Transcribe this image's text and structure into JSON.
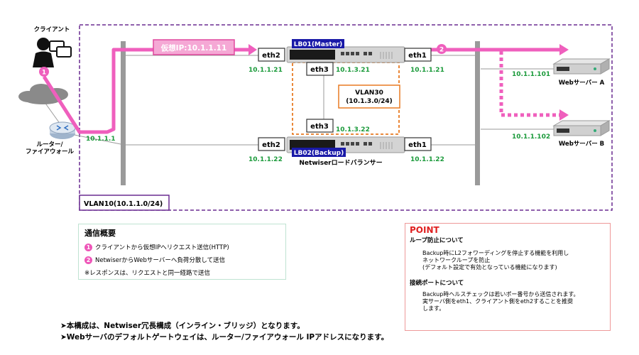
{
  "client": {
    "label": "クライアント"
  },
  "router": {
    "label_line1": "ルーター/",
    "label_line2": "ファイアウォール",
    "ip": "10.1.1.1"
  },
  "vip": {
    "label": "仮想IP:10.1.1.11"
  },
  "lb01": {
    "label": "LB01(Master)",
    "eth2": "eth2",
    "eth3": "eth3",
    "eth1": "eth1",
    "eth2_ip": "10.1.1.21",
    "eth3_ip": "10.1.3.21",
    "eth1_ip": "10.1.1.21"
  },
  "lb02": {
    "label": "LB02(Backup)",
    "eth2": "eth2",
    "eth3": "eth3",
    "eth1": "eth1",
    "eth2_ip": "10.1.1.22",
    "eth3_ip": "10.1.3.22",
    "eth1_ip": "10.1.1.22"
  },
  "lb_caption": "Netwiserロードバランサー",
  "vlan30": {
    "line1": "VLAN30",
    "line2": "(10.1.3.0/24)"
  },
  "vlan10": {
    "label": "VLAN10(10.1.1.0/24)"
  },
  "web_a": {
    "label": "Webサーバー A",
    "ip": "10.1.1.101"
  },
  "web_b": {
    "label": "Webサーバー B",
    "ip": "10.1.1.102"
  },
  "markers": {
    "one": "1",
    "two": "2"
  },
  "summary": {
    "title": "通信概要",
    "step1": "クライアントから仮想IPへリクエスト送信(HTTP)",
    "step2": "NetwiserからWebサーバーへ負荷分散して送信",
    "note": "※レスポンスは、リクエストと同一経路で送信"
  },
  "point": {
    "title": "POINT",
    "h1": "ループ防止について",
    "t1": "Backup時にL2フォワーディングを停止する機能を利用し\nネットワークループを防止\n(デフォルト設定で有効となっている機能になります)",
    "h2": "接続ポートについて",
    "t2": "Backup時ヘルスチェックは若いポー番号から送信されます。\n実サーバ側をeth1、クライアント側をeth2することを推奨\nします。"
  },
  "notes": {
    "line1": "➤本構成は、Netwiser冗長構成（インライン・ブリッジ）となります。",
    "line2": "➤Webサーバのデフォルトゲートウェイは、ルーター/ファイアウォール IPアドレスになります。"
  },
  "colors": {
    "flow": "#ef5fbd",
    "vlan_border": "#6a2c91",
    "vlan30_border": "#e87a22",
    "ip": "#1a9a3a",
    "lb_label_bg": "#1a1aa8"
  }
}
